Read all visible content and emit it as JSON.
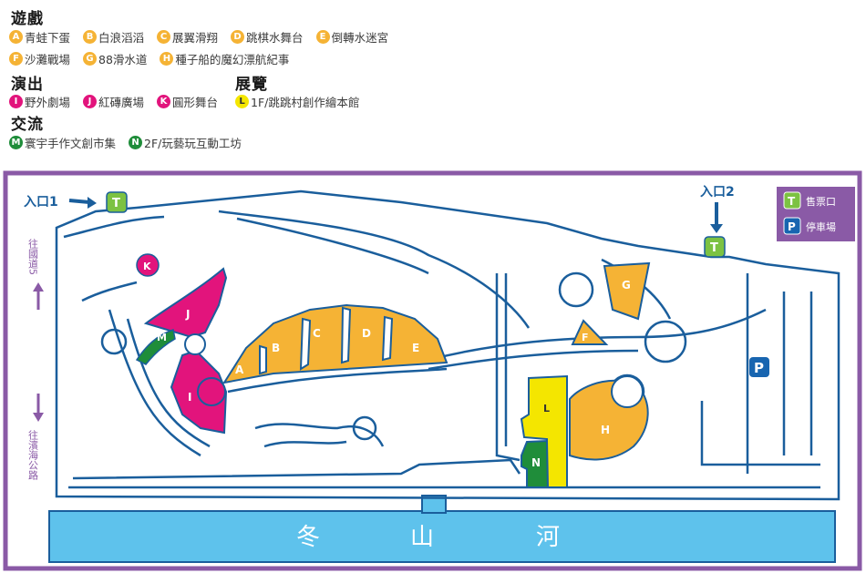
{
  "legend": {
    "games": {
      "title": "遊戲",
      "items": [
        {
          "code": "A",
          "label": "青蛙下蛋"
        },
        {
          "code": "B",
          "label": "白浪滔滔"
        },
        {
          "code": "C",
          "label": "展翼滑翔"
        },
        {
          "code": "D",
          "label": "跳棋水舞台"
        },
        {
          "code": "E",
          "label": "倒轉水迷宮"
        },
        {
          "code": "F",
          "label": "沙灘戰場"
        },
        {
          "code": "G",
          "label": "88滑水道"
        },
        {
          "code": "H",
          "label": "種子船的魔幻漂航紀事"
        }
      ]
    },
    "shows": {
      "title": "演出",
      "items": [
        {
          "code": "I",
          "label": "野外劇場"
        },
        {
          "code": "J",
          "label": "紅磚廣場"
        },
        {
          "code": "K",
          "label": "圓形舞台"
        }
      ]
    },
    "exhibits": {
      "title": "展覽",
      "items": [
        {
          "code": "L",
          "label": "1F/跳跳村創作繪本館"
        }
      ]
    },
    "exchange": {
      "title": "交流",
      "items": [
        {
          "code": "M",
          "label": "寰宇手作文創市集"
        },
        {
          "code": "N",
          "label": "2F/玩藝玩互動工坊"
        }
      ]
    }
  },
  "map": {
    "entrance1": "入口1",
    "entrance2": "入口2",
    "ticket_symbol": "T",
    "parking_symbol": "P",
    "ticket_label": "售票口",
    "parking_label": "停車場",
    "to_highway": "往國道5",
    "to_coastal": "往濱海公路",
    "river": [
      "冬",
      "山",
      "河"
    ]
  },
  "colors": {
    "frame": "#8a5aa6",
    "path": "#1a5e9c",
    "game": "#f5b335",
    "show": "#e2147c",
    "exhibit": "#f4e600",
    "exchange": "#1f8d3a",
    "river": "#5ec2ec",
    "ticket": "#7cc242",
    "parking": "#1865b0"
  }
}
